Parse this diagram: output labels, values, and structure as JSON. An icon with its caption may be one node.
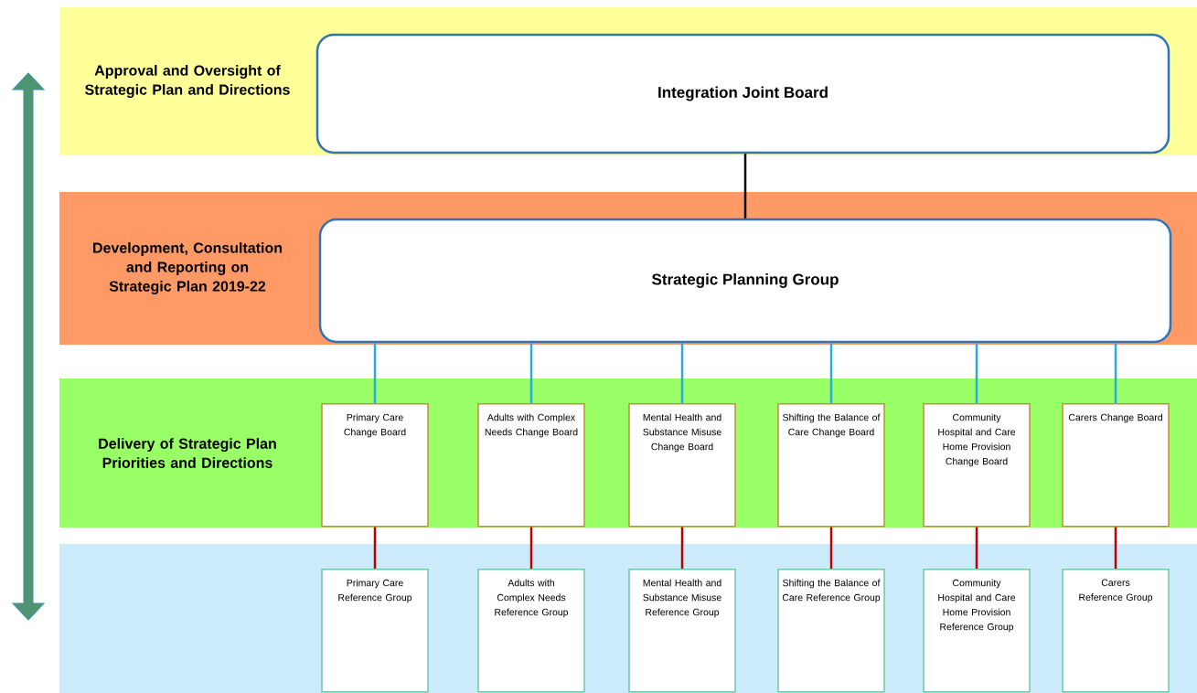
{
  "diagram": {
    "nodes": [
      {
        "text": [
          "Approval and Oversight of Strategic Plan and Directions"
        ]
      },
      {
        "text": [
          "Integration Joint Board"
        ],
        "in": 0
      },
      {
        "text": [
          "Development, Consultation and Reporting on Strategic Plan 2019-22"
        ]
      },
      {
        "text": [
          "Strategic Planning Group"
        ],
        "in": 2
      },
      {
        "text": [
          "Delivery of Strategic Plan Priorities and Directions"
        ]
      },
      {
        "text": [
          "Primary Care Change Board"
        ],
        "in": 4
      },
      {
        "text": [
          "Adults with Complex Needs Change Board"
        ],
        "in": 4
      },
      {
        "text": [
          "Mental Health and Substance Misuse Change Board"
        ],
        "in": 4
      },
      {
        "text": [
          "Shifting the Balance of Care Change Board"
        ],
        "in": 4
      },
      {
        "text": [
          "Community Hospital and Care Home Provision Change Board"
        ],
        "in": 4
      },
      {
        "text": [
          "Carers Change Board"
        ],
        "in": 4
      },
      {
        "text": [],
        "shape": "band"
      },
      {
        "text": [
          "Primary Care Reference Group"
        ],
        "in": 11
      },
      {
        "text": [
          "Adults with Complex Needs Reference Group"
        ],
        "in": 11
      },
      {
        "text": [
          "Mental Health and Substance Misuse Reference Group"
        ],
        "in": 11
      },
      {
        "text": [
          "Shifting the Balance of Care Reference Group"
        ],
        "in": 11
      },
      {
        "text": [
          "Community Hospital and Care Home Provision Reference Group"
        ],
        "in": 11
      },
      {
        "text": [
          "Carers Reference Group"
        ],
        "in": 11
      }
    ],
    "edges": [
      {
        "from": 1,
        "to": 3,
        "arrow": "none",
        "color": "#000000"
      },
      {
        "from": 3,
        "to": 5,
        "arrow": "none",
        "color": "#29abe2"
      },
      {
        "from": 3,
        "to": 6,
        "arrow": "none",
        "color": "#29abe2"
      },
      {
        "from": 3,
        "to": 7,
        "arrow": "none",
        "color": "#29abe2"
      },
      {
        "from": 3,
        "to": 8,
        "arrow": "none",
        "color": "#29abe2"
      },
      {
        "from": 3,
        "to": 9,
        "arrow": "none",
        "color": "#29abe2"
      },
      {
        "from": 3,
        "to": 10,
        "arrow": "none",
        "color": "#29abe2"
      },
      {
        "from": 5,
        "to": 12,
        "arrow": "none",
        "color": "#c00000"
      },
      {
        "from": 6,
        "to": 13,
        "arrow": "none",
        "color": "#c00000"
      },
      {
        "from": 7,
        "to": 14,
        "arrow": "none",
        "color": "#c00000"
      },
      {
        "from": 8,
        "to": 15,
        "arrow": "none",
        "color": "#c00000"
      },
      {
        "from": 9,
        "to": 16,
        "arrow": "none",
        "color": "#c00000"
      },
      {
        "from": 10,
        "to": 17,
        "arrow": "none",
        "color": "#c00000"
      }
    ]
  }
}
